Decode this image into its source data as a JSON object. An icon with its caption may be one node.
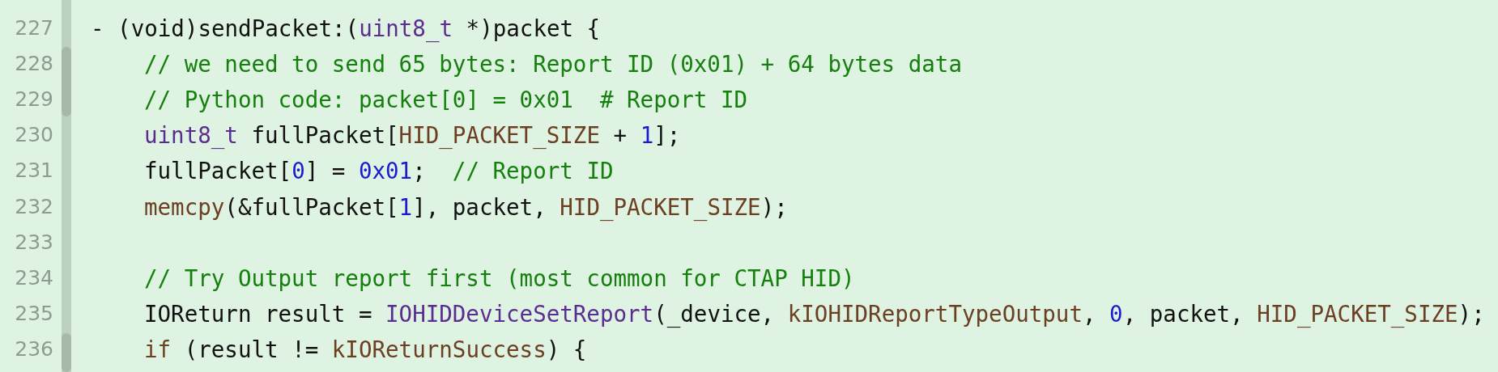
{
  "diagram": {
    "labels": [
      "227",
      "- (void)sendPacket:(uint8_t *)packet {",
      "228",
      "// we need to send 65 bytes: Report ID (0x01) + 64 bytes data",
      "229",
      "// Python code: packet[0] = 0x01  # Report ID",
      "230",
      "uint8_t fullPacket[HID_PACKET_SIZE + 1];",
      "231",
      "fullPacket[0] = 0x01;  // Report ID",
      "232",
      "memcpy(&fullPacket[1], packet, HID_PACKET_SIZE);",
      "233",
      "234",
      "// Try Output report first (most common for CTAP HID)",
      "235",
      "IOReturn result = IOHIDDeviceSetReport(_device, kIOHIDReportTypeOutput, 0, packet, HID_PACKET_SIZE);",
      "236",
      "if (result != kIOReturnSuccess) {"
    ]
  }
}
